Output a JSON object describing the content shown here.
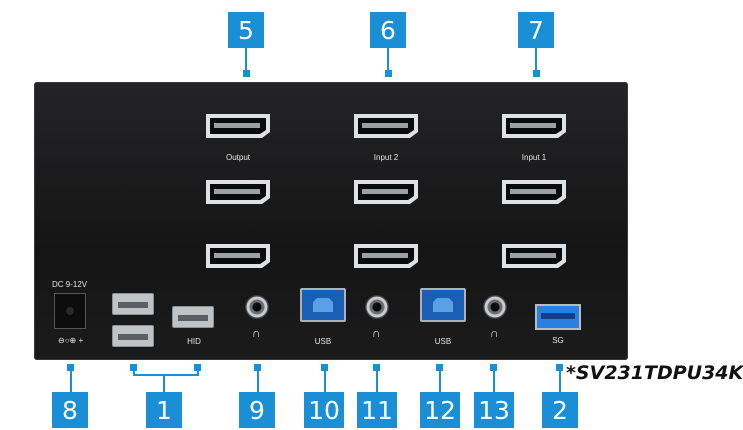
{
  "callouts": {
    "c1": "1",
    "c2": "2",
    "c5": "5",
    "c6": "6",
    "c7": "7",
    "c8": "8",
    "c9": "9",
    "c10": "10",
    "c11": "11",
    "c12": "12",
    "c13": "13"
  },
  "labels": {
    "output": "Output",
    "input2": "Input 2",
    "input1": "Input 1",
    "dc": "DC 9-12V",
    "dc_polarity": "⊖○⊕ +",
    "hid": "HID",
    "usb_a": "USB",
    "usb_b": "USB",
    "sg": "SG"
  },
  "icons": {
    "headphone": "∩"
  },
  "model": "*SV231TDPU34K",
  "colors": {
    "accent": "#1b8fd6",
    "panel": "#1b1b1c"
  }
}
